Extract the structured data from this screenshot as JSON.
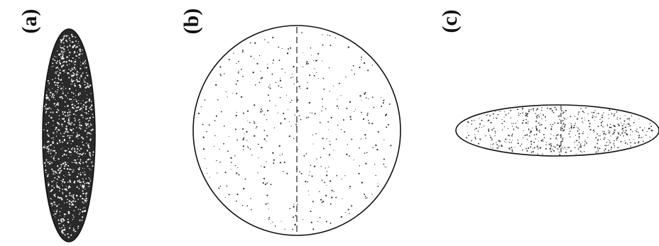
{
  "figure": {
    "panels": [
      {
        "id": "a",
        "label": "(a)",
        "density": "dense"
      },
      {
        "id": "b",
        "label": "(b)",
        "density": "sparse"
      },
      {
        "id": "c",
        "label": "(c)",
        "density": "medium"
      }
    ],
    "colors": {
      "background": "#ffffff",
      "ink": "#111111"
    }
  }
}
